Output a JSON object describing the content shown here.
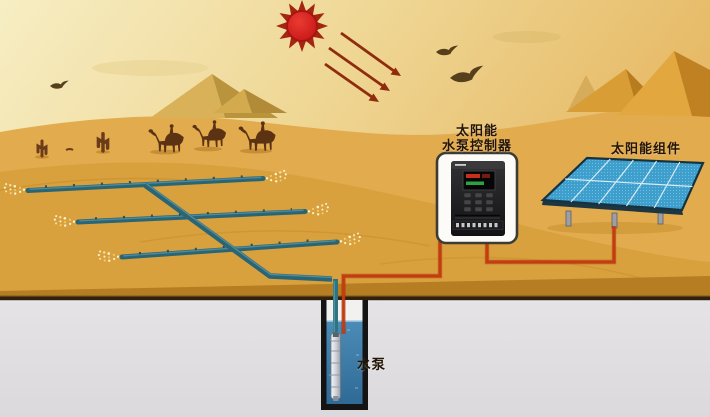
{
  "scene": {
    "labels": {
      "solar_panel": "太阳能组件",
      "controller_line1": "太阳能",
      "controller_line2": "水泵控制器",
      "pump": "水泵"
    },
    "icons": {
      "sun": "sun-icon",
      "sun_rays": "sunlight-arrows-icon",
      "birds": "bird-icon",
      "camels": "camel-caravan-icon",
      "cactus": "cactus-icon",
      "pyramids": "pyramid-icon",
      "clouds": "cloud-icon",
      "solar_panel": "solar-panel",
      "controller": "pump-controller-device",
      "pump": "submersible-pump",
      "well": "water-well",
      "irrigation": "irrigation-pipes",
      "spray": "water-spray"
    },
    "colors": {
      "sky_light": "#f6ecbf",
      "sky_orange": "#e4b35c",
      "sand": "#e2ab4e",
      "sand_foreground": "#d9a03e",
      "sand_dark_band": "#b67d22",
      "underground": "#e2e0e3",
      "ground_line": "#31200b",
      "pipe_teal": "#2a6574",
      "wire_red": "#c93a0e",
      "sun_red": "#d82421",
      "panel_blue": "#3e9ecc",
      "water_blue": "#3c7dab",
      "silhouette_brown": "#5c3312"
    }
  }
}
